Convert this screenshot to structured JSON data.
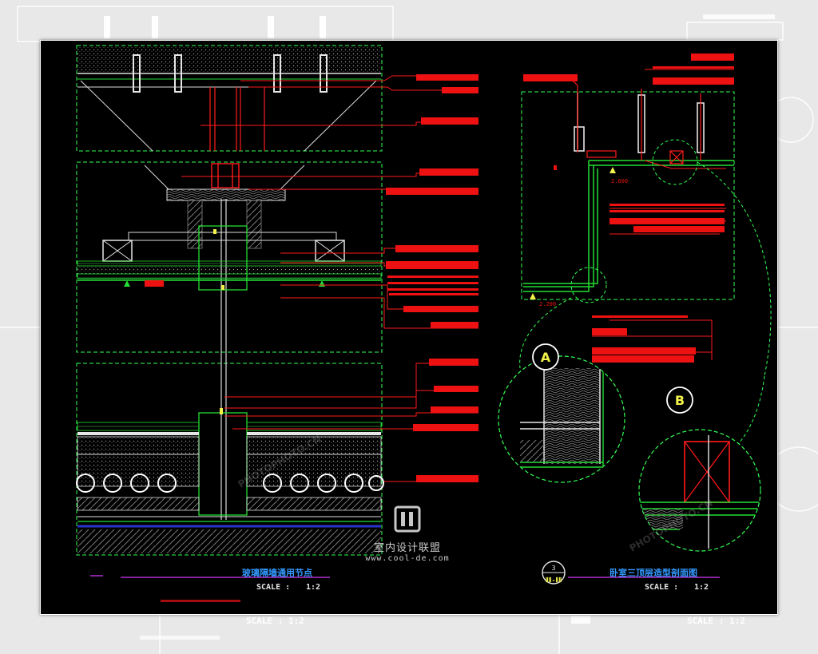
{
  "colors": {
    "background_outer": "#e8e8e8",
    "drawing_bg": "#000000",
    "line_green": "#22dd33",
    "line_dashed": "#33ff55",
    "leader_red": "#ff1a1a",
    "tag_red": "#ee1111",
    "detail_white": "#e6e6e6",
    "title_blue": "#3399ff",
    "title_underline": "#b030d0",
    "insulation_blue": "#2a33cc",
    "hatch_gray": "#8c8c8c",
    "circle_yellow": "#f2f24a"
  },
  "left_detail": {
    "title": "玻璃隔墙通用节点",
    "scale_label": "SCALE :",
    "scale_value": "1:2"
  },
  "right_detail": {
    "number": "3",
    "sub_label": "ⅡⅡ-ⅡⅡ",
    "title": "卧室三顶层造型剖面图",
    "scale_label": "SCALE :",
    "scale_value": "1:2",
    "callout_a": "A",
    "callout_b": "B",
    "level_upper": "2.600",
    "level_lower": "2.200"
  },
  "background_sheet": {
    "scale_left": "SCALE :   1:2",
    "scale_right": "SCALE :   1:2"
  },
  "watermark": {
    "name": "室内设计联盟",
    "site": "www.cool-de.com",
    "photo_mark": "PHOTOPHOTO.CN"
  }
}
